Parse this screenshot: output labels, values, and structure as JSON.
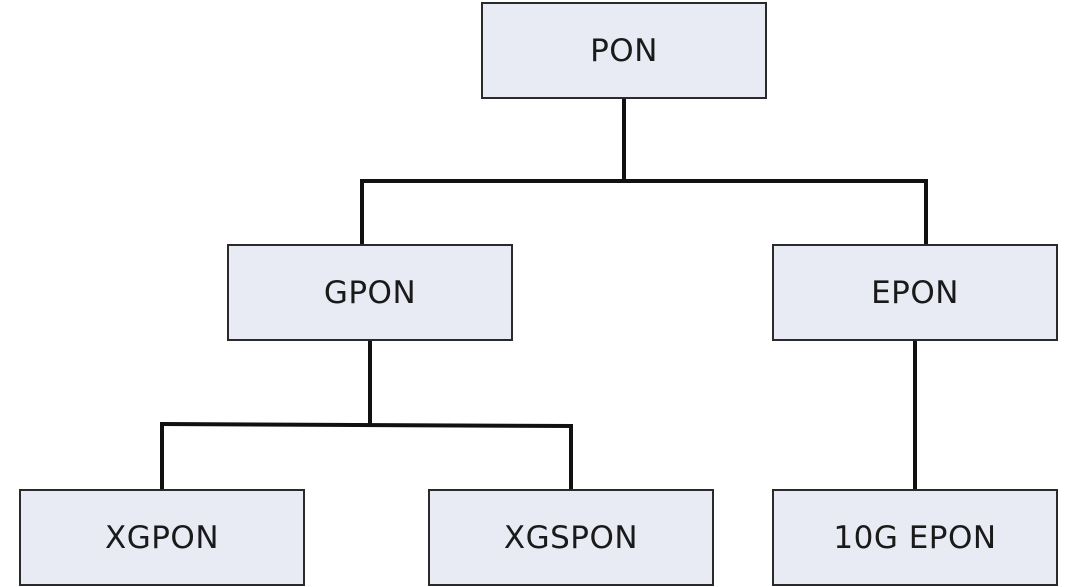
{
  "diagram": {
    "nodes": {
      "pon": "PON",
      "gpon": "GPON",
      "epon": "EPON",
      "xgpon": "XGPON",
      "xgspon": "XGSPON",
      "tenG_epon": "10G EPON"
    },
    "colors": {
      "node_fill": "#e8ebf4",
      "node_border": "#2a2a2a",
      "connector": "#111111"
    }
  }
}
